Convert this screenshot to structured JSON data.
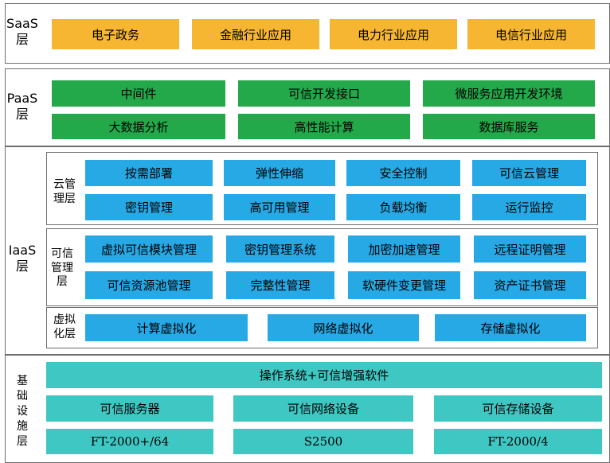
{
  "saas": {
    "label": "SaaS\n层",
    "items": [
      "电子政务",
      "金融行业应用",
      "电力行业应用",
      "电信行业应用"
    ]
  },
  "paas": {
    "label": "PaaS\n层",
    "row1": [
      "中间件",
      "可信开发接口",
      "微服务应用开发环境"
    ],
    "row2": [
      "大数据分析",
      "高性能计算",
      "数据库服务"
    ]
  },
  "iaas": {
    "label": "IaaS\n层",
    "cloud": {
      "label": "云管\n理层",
      "row1": [
        "按需部署",
        "弹性伸缩",
        "安全控制",
        "可信云管理"
      ],
      "row2": [
        "密钥管理",
        "高可用管理",
        "负载均衡",
        "运行监控"
      ]
    },
    "trust": {
      "label": "可信\n管理\n层",
      "row1": [
        "虚拟可信模块管理",
        "密钥管理系统",
        "加密加速管理",
        "远程证明管理"
      ],
      "row2": [
        "可信资源池管理",
        "完整性管理",
        "软硬件变更管理",
        "资产证书管理"
      ]
    },
    "virt": {
      "label": "虚拟\n化层",
      "items": [
        "计算虚拟化",
        "网络虚拟化",
        "存储虚拟化"
      ]
    }
  },
  "infra": {
    "label": "基\n础\n设\n施\n层",
    "os": "操作系统+可信增强软件",
    "devices": [
      "可信服务器",
      "可信网络设备",
      "可信存储设备"
    ],
    "models": [
      "FT-2000+/64",
      "S2500",
      "FT-2000/4"
    ]
  }
}
